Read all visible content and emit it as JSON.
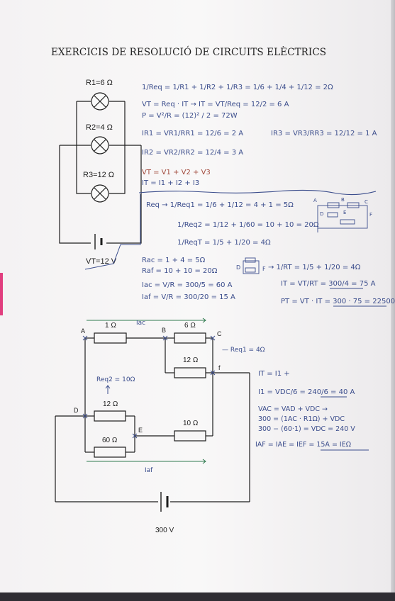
{
  "title": "EXERCICIS DE RESOLUCIÓ DE CIRCUITS ELÈCTRICS",
  "circuit1": {
    "r1": "R1=6 Ω",
    "r2": "R2=4 Ω",
    "r3": "R3=12 Ω",
    "vt": "VT=12 V"
  },
  "notes1": {
    "l1": "1/Req = 1/R1 + 1/R2 + 1/R3 = 1/6 + 1/4 + 1/12 = 2Ω",
    "l2": "VT = Req · IT → IT = VT/Req = 12/2 = 6 A",
    "l3": "P = V²/R = (12)² / 2 = 72W",
    "l4a": "IR1 = VR1/RR1 = 12/6 = 2 A",
    "l4b": "IR3 = VR3/RR3 = 12/12 = 1 A",
    "l5": "IR2 = VR2/RR2 = 12/4 = 3 A",
    "l6": "VT = V1 + V2 + V3",
    "l7": "IT = I1 + I2 + I3"
  },
  "notes2": {
    "l1": "Req → 1/Req1 = 1/6 + 1/12 = 4 + 1 = 5Ω",
    "l2": "1/Req2 = 1/12 + 1/60 = 10 + 10 = 20Ω",
    "l3": "1/ReqT = 1/5 + 1/20 = 4Ω",
    "l4": "Rac = 1 + 4 = 5Ω",
    "l5": "Raf = 10 + 10 = 20Ω",
    "l6": "Iac = V/R = 300/5 = 60 A",
    "l7": "Iaf = V/R = 300/20 = 15 A",
    "r1": "→ 1/RT = 1/5 + 1/20 = 4Ω",
    "r2": "IT = VT/RT = 300/4 = 75 A",
    "r3": "PT = VT · IT = 300 · 75 = 22500W",
    "sketch_labels": [
      "A",
      "B",
      "C",
      "D",
      "E",
      "F"
    ],
    "sketch2_labels": [
      "D",
      "F"
    ]
  },
  "circuit2": {
    "r_ab": "1 Ω",
    "r_bc": "6 Ω",
    "r_mid": "12 Ω",
    "r_d1": "12 Ω",
    "r_d2": "60 Ω",
    "r_e": "10 Ω",
    "v": "300 V",
    "label_a": "A",
    "label_b": "B",
    "label_c": "C",
    "label_d": "D",
    "label_e": "E",
    "label_f": "f",
    "iac": "Iac",
    "iaf": "Iaf",
    "req1": "— Req1 = 4Ω",
    "req2": "Req2 = 10Ω"
  },
  "notes3": {
    "l1": "IT = I1 +",
    "l2": "I1 = VDC/6 = 240/6 = 40 A",
    "l3": "VAC = VAD + VDC →",
    "l4": "300 = (1AC · R1Ω) + VDC",
    "l5": "300 − (60·1) = VDC = 240 V",
    "l6": "IAF = IAE = IEF = 15A = IEΩ"
  }
}
